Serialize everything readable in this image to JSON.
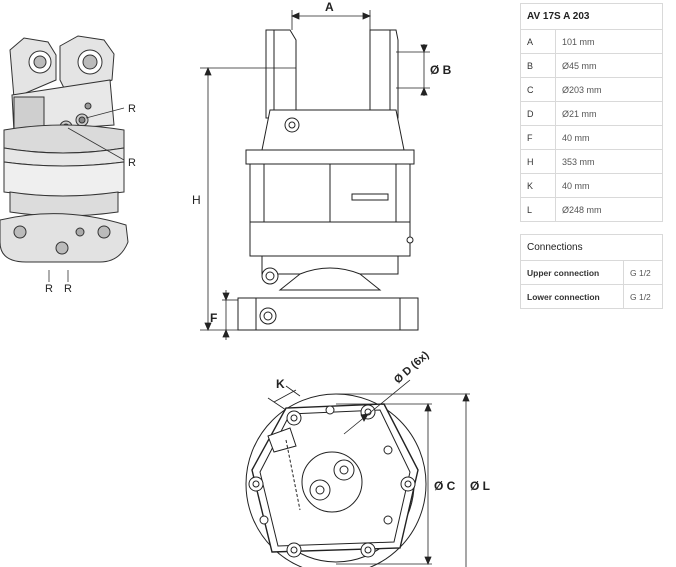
{
  "spec": {
    "title": "AV 17S A 203",
    "rows": [
      {
        "key": "A",
        "value": "101 mm"
      },
      {
        "key": "B",
        "value": "Ø45 mm"
      },
      {
        "key": "C",
        "value": "Ø203 mm"
      },
      {
        "key": "D",
        "value": "Ø21 mm"
      },
      {
        "key": "F",
        "value": "40 mm"
      },
      {
        "key": "H",
        "value": "353 mm"
      },
      {
        "key": "K",
        "value": "40 mm"
      },
      {
        "key": "L",
        "value": "Ø248 mm"
      }
    ]
  },
  "connections": {
    "title": "Connections",
    "rows": [
      {
        "key": "Upper connection",
        "value": "G 1/2"
      },
      {
        "key": "Lower connection",
        "value": "G 1/2"
      }
    ]
  },
  "drawing_labels": {
    "dim_a": "A",
    "dim_b": "Ø B",
    "dim_h": "H",
    "dim_f": "F",
    "dim_k": "K",
    "dim_d": "Ø D (6x)",
    "dim_c": "Ø C",
    "dim_l": "Ø L",
    "port_r": "R"
  }
}
